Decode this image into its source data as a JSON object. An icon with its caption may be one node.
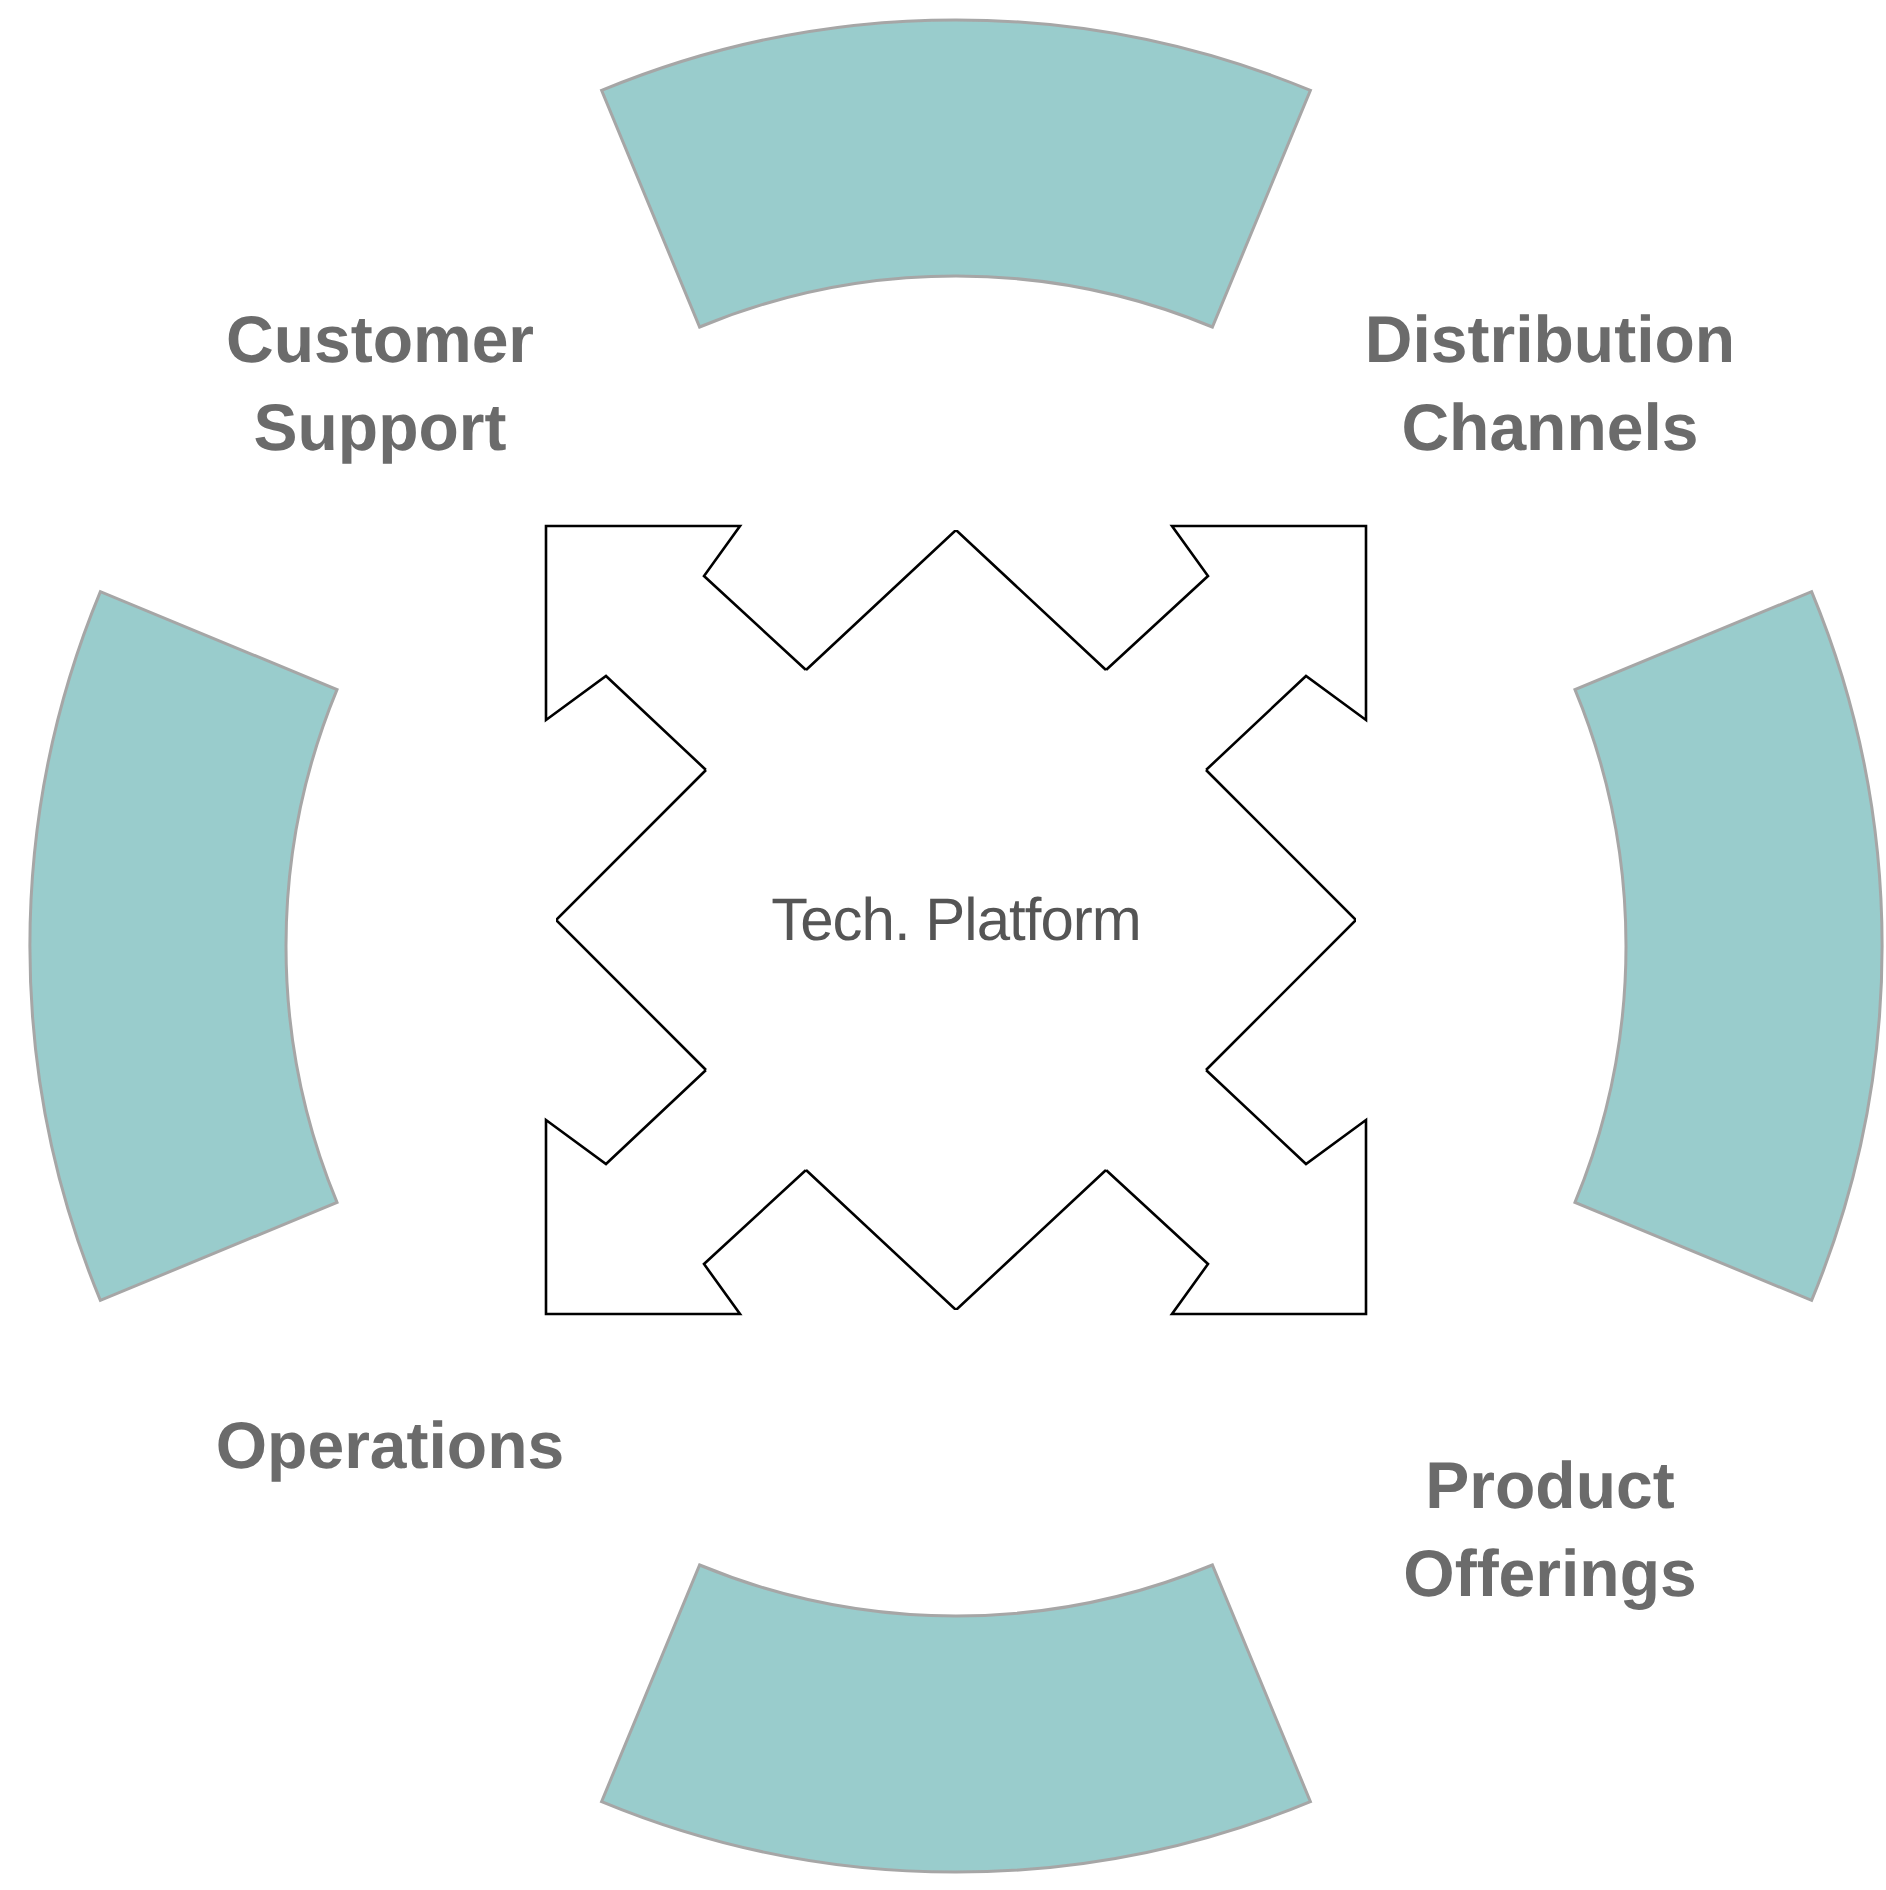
{
  "diagram": {
    "nodes": [
      {
        "text": [],
        "shape": "arc"
      },
      {
        "text": [
          "Customer Support"
        ]
      },
      {
        "text": [
          "Distribution Channels"
        ]
      },
      {
        "text": [],
        "shape": "arc"
      },
      {
        "text": [
          "Tech. Platform"
        ]
      },
      {
        "text": [],
        "shape": "arc"
      },
      {
        "text": [
          "Operations"
        ]
      },
      {
        "text": [
          "Product Offerings"
        ]
      },
      {
        "text": [],
        "shape": "arc"
      }
    ],
    "edges": [
      {
        "from": 4,
        "to": 1,
        "arrow": "to"
      },
      {
        "from": 4,
        "to": 2,
        "arrow": "to"
      },
      {
        "from": 4,
        "to": 6,
        "arrow": "to"
      },
      {
        "from": 4,
        "to": 7,
        "arrow": "to"
      }
    ]
  }
}
